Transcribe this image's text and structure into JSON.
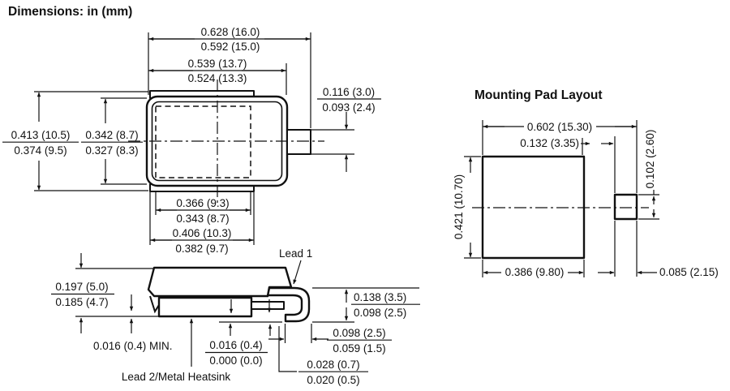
{
  "title": "Dimensions: in (mm)",
  "top_view": {
    "overall_length": {
      "max": "0.628 (16.0)",
      "min": "0.592 (15.0)"
    },
    "body_length": {
      "max": "0.539 (13.7)",
      "min": "0.524 (13.3)"
    },
    "overall_width": {
      "max": "0.413 (10.5)",
      "min": "0.374 (9.5)"
    },
    "body_width": {
      "max": "0.342 (8.7)",
      "min": "0.327 (8.3)"
    },
    "lead_width": {
      "max": "0.116 (3.0)",
      "min": "0.093 (2.4)"
    },
    "heatsink_inner_width": {
      "max": "0.366 (9.3)",
      "min": "0.343 (8.7)"
    },
    "heatsink_outer_width": {
      "max": "0.406 (10.3)",
      "min": "0.382 (9.7)"
    }
  },
  "side_view": {
    "lead1_label": "Lead 1",
    "lead2_label": "Lead 2/Metal Heatsink",
    "overall_height": {
      "max": "0.197 (5.0)",
      "min": "0.185 (4.7)"
    },
    "heatsink_exposure_min": "0.016 (0.4) MIN.",
    "standoff": {
      "max": "0.016 (0.4)",
      "min": "0.000 (0.0)"
    },
    "lead_height": {
      "max": "0.138 (3.5)",
      "min": "0.098 (2.5)"
    },
    "lead_foot_length": {
      "max": "0.098 (2.5)",
      "min": "0.059 (1.5)"
    },
    "lead_thickness": {
      "max": "0.028 (0.7)",
      "min": "0.020 (0.5)"
    }
  },
  "mounting_pad_layout": {
    "title": "Mounting Pad Layout",
    "overall_length": "0.602 (15.30)",
    "pad_gap": "0.132 (3.35)",
    "anode_pad_height": "0.102 (2.60)",
    "cathode_pad_height": "0.421 (10.70)",
    "cathode_pad_width": "0.386 (9.80)",
    "anode_pad_width": "0.085 (2.15)"
  },
  "colors": {
    "ink": "#111111",
    "background": "#ffffff"
  }
}
